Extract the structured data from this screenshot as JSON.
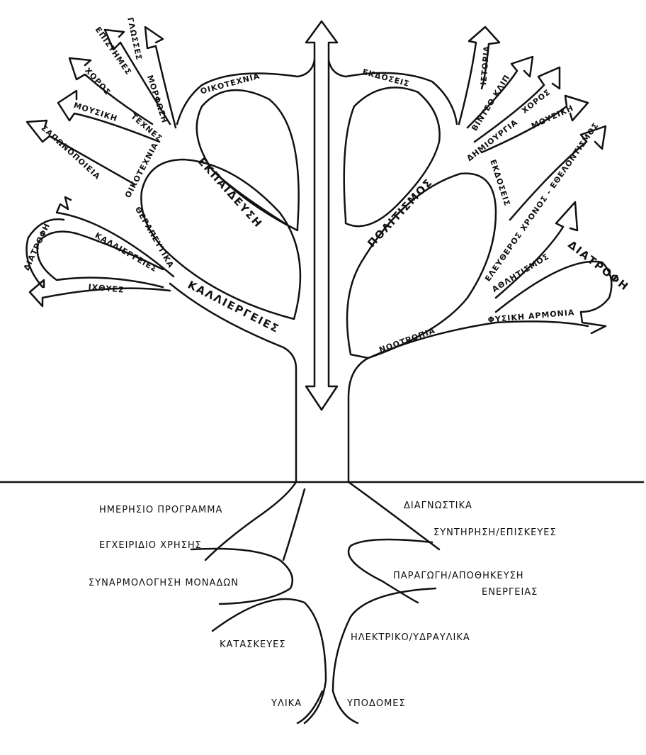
{
  "branches_left": {
    "epistimes": "ΕΠΙΣΤΗΜΕΣ",
    "glosses": "ΓΛΩΣΣΕΣ",
    "morfosi": "ΜΟΡΦΩΣΗ",
    "choros": "ΧΟΡΟΣ",
    "mousiki": "ΜΟΥΣΙΚΗ",
    "technes": "ΤΕΧΝΕΣ",
    "sapounopoieia": "ΣΑΠΩΝΟΠΟΙΕΙΑ",
    "oikotechnia_side": "ΟΙΚΟΤΕΧΝΙΑ",
    "oikotechnia_top": "ΟΙΚΟΤΕΧΝΙΑ",
    "ekpaidefsi": "ΕΚΠΑΙΔΕΥΣΗ",
    "therapeftika": "ΘΕΡΑΠΕΥΤΙΚΑ",
    "diatrofi": "ΔΙΑΤΡΟΦΗ",
    "kalliergeies_small": "ΚΑΛΛΙΕΡΓΕΙΕΣ",
    "ichthyes": "ΙΧΘΥΕΣ",
    "kalliergeies_main": "ΚΑΛΛΙΕΡΓΕΙΕΣ"
  },
  "branches_right": {
    "ekdoseis_top": "ΕΚΔΟΣΕΙΣ",
    "istoria": "ΙΣΤΟΡΙΑ",
    "vinteo_klip": "ΒΙΝΤΕΟ ΚΛΙΠ",
    "dimiourgia": "ΔΗΜΙΟΥΡΓΙΑ",
    "choros": "ΧΟΡΟΣ",
    "mousiki": "ΜΟΥΣΙΚΗ",
    "ekdoseis_side": "ΕΚΔΟΣΕΙΣ",
    "eleftheros_chronos": "ΕΛΕΥΘΕΡΟΣ ΧΡΟΝΟΣ - ΕΘΕΛΟΝΤΙΣΜΟΣ",
    "politismos": "ΠΟΛΙΤΙΣΜΟΣ",
    "athlitismos": "ΑΘΛΗΤΙΣΜΟΣ",
    "diatrofi": "ΔΙΑΤΡΟΦΗ",
    "fysiki_armonia": "ΦΥΣΙΚΗ ΑΡΜΟΝΙΑ",
    "nootropia": "ΝΟΟΤΡΟΠΙΑ"
  },
  "roots_left": {
    "imerisio": "ΗΜΕΡΗΣΙΟ ΠΡΟΓΡΑΜΜΑ",
    "encheiridio": "ΕΓΧΕΙΡΙΔΙΟ ΧΡΗΣΗΣ",
    "synarmologisi": "ΣΥΝΑΡΜΟΛΟΓΗΣΗ ΜΟΝΑΔΩΝ",
    "kataskeves": "ΚΑΤΑΣΚΕΥΕΣ",
    "ylika": "ΥΛΙΚΑ"
  },
  "roots_right": {
    "diagnostika": "ΔΙΑΓΝΩΣΤΙΚΑ",
    "syntirisi": "ΣΥΝΤΗΡΗΣΗ/ΕΠΙΣΚΕΥΕΣ",
    "paragogi": "ΠΑΡΑΓΩΓΗ/ΑΠΟΘΗΚΕΥΣΗ",
    "energeias": "ΕΝΕΡΓΕΙΑΣ",
    "ilektriko": "ΗΛΕΚΤΡΙΚΟ/ΥΔΡΑΥΛΙΚΑ",
    "ypodomes": "ΥΠΟΔΟΜΕΣ"
  }
}
